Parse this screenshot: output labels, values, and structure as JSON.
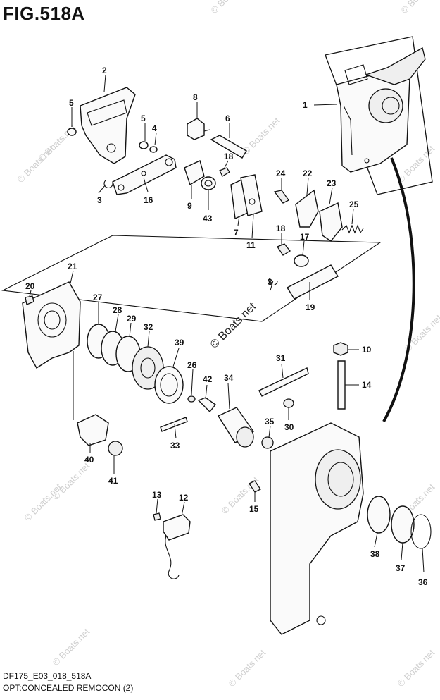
{
  "figure": {
    "title": "FIG.518A",
    "model_code": "DF175_E03_018_518A",
    "caption": "OPT:CONCEALED REMOCON (2)"
  },
  "watermark": {
    "small_text": "© Boats.net",
    "center_text": "© Boats.net"
  },
  "callouts": [
    {
      "id": "c1",
      "label": "1"
    },
    {
      "id": "c2",
      "label": "2"
    },
    {
      "id": "c3a",
      "label": "3"
    },
    {
      "id": "c3b",
      "label": "3"
    },
    {
      "id": "c4",
      "label": "4"
    },
    {
      "id": "c5a",
      "label": "5"
    },
    {
      "id": "c5b",
      "label": "5"
    },
    {
      "id": "c6",
      "label": "6"
    },
    {
      "id": "c7",
      "label": "7"
    },
    {
      "id": "c8",
      "label": "8"
    },
    {
      "id": "c9",
      "label": "9"
    },
    {
      "id": "c10",
      "label": "10"
    },
    {
      "id": "c11",
      "label": "11"
    },
    {
      "id": "c12",
      "label": "12"
    },
    {
      "id": "c13",
      "label": "13"
    },
    {
      "id": "c14",
      "label": "14"
    },
    {
      "id": "c15",
      "label": "15"
    },
    {
      "id": "c16",
      "label": "16"
    },
    {
      "id": "c17",
      "label": "17"
    },
    {
      "id": "c18a",
      "label": "18"
    },
    {
      "id": "c18b",
      "label": "18"
    },
    {
      "id": "c19",
      "label": "19"
    },
    {
      "id": "c20",
      "label": "20"
    },
    {
      "id": "c21",
      "label": "21"
    },
    {
      "id": "c22",
      "label": "22"
    },
    {
      "id": "c23",
      "label": "23"
    },
    {
      "id": "c24",
      "label": "24"
    },
    {
      "id": "c25",
      "label": "25"
    },
    {
      "id": "c26",
      "label": "26"
    },
    {
      "id": "c27",
      "label": "27"
    },
    {
      "id": "c28",
      "label": "28"
    },
    {
      "id": "c29",
      "label": "29"
    },
    {
      "id": "c30",
      "label": "30"
    },
    {
      "id": "c31",
      "label": "31"
    },
    {
      "id": "c32",
      "label": "32"
    },
    {
      "id": "c33",
      "label": "33"
    },
    {
      "id": "c34",
      "label": "34"
    },
    {
      "id": "c35",
      "label": "35"
    },
    {
      "id": "c36",
      "label": "36"
    },
    {
      "id": "c37",
      "label": "37"
    },
    {
      "id": "c38",
      "label": "38"
    },
    {
      "id": "c39",
      "label": "39"
    },
    {
      "id": "c40",
      "label": "40"
    },
    {
      "id": "c41",
      "label": "41"
    },
    {
      "id": "c42",
      "label": "42"
    },
    {
      "id": "c43",
      "label": "43"
    }
  ]
}
